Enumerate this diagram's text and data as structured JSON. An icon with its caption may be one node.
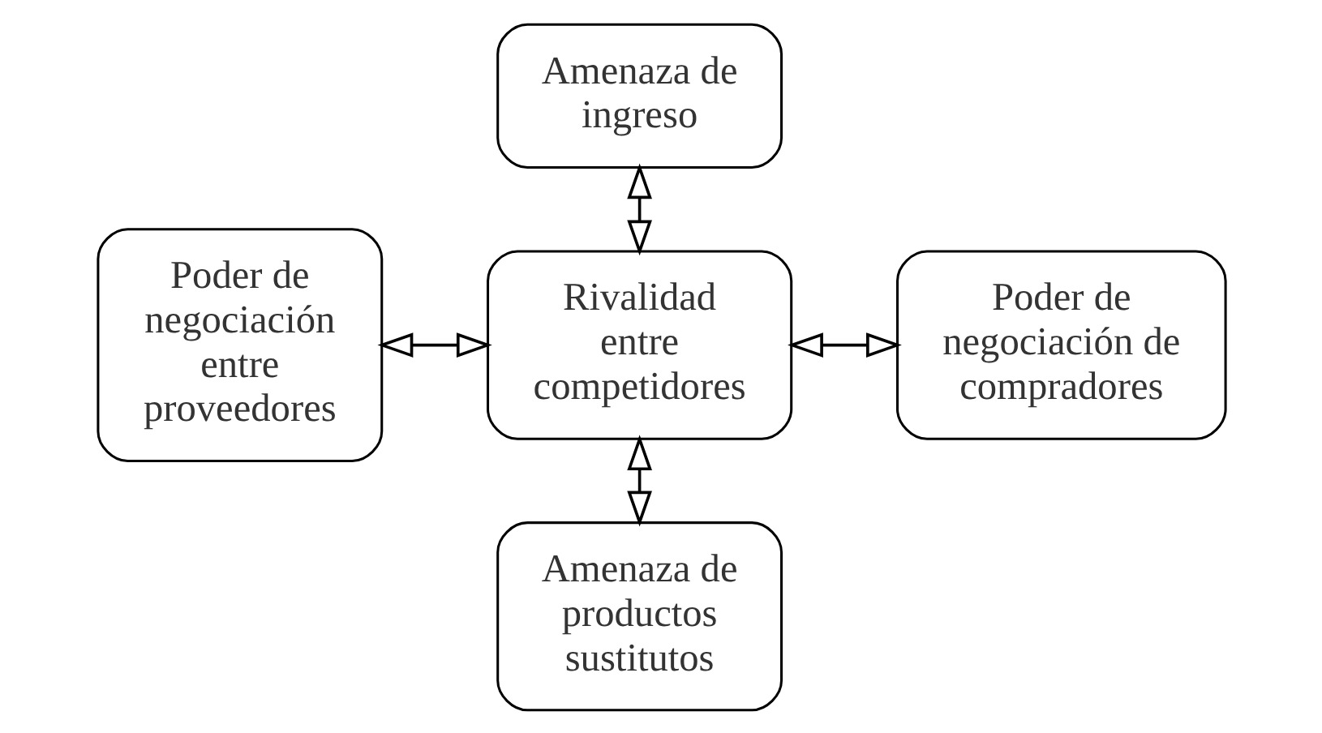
{
  "diagram": {
    "nodes": [
      {
        "text": [
          "Amenaza de ingreso"
        ]
      },
      {
        "text": [
          "Poder de negociación entre proveedores"
        ]
      },
      {
        "text": [
          "Rivalidad entre competidores"
        ]
      },
      {
        "text": [
          "Poder de negociación de compradores"
        ]
      },
      {
        "text": [
          "Amenaza de productos sustitutos"
        ]
      }
    ],
    "edges": [
      {
        "from": 0,
        "to": 2,
        "arrow": "both"
      },
      {
        "from": 1,
        "to": 2,
        "arrow": "both"
      },
      {
        "from": 2,
        "to": 3,
        "arrow": "both"
      },
      {
        "from": 2,
        "to": 4,
        "arrow": "both"
      }
    ]
  }
}
